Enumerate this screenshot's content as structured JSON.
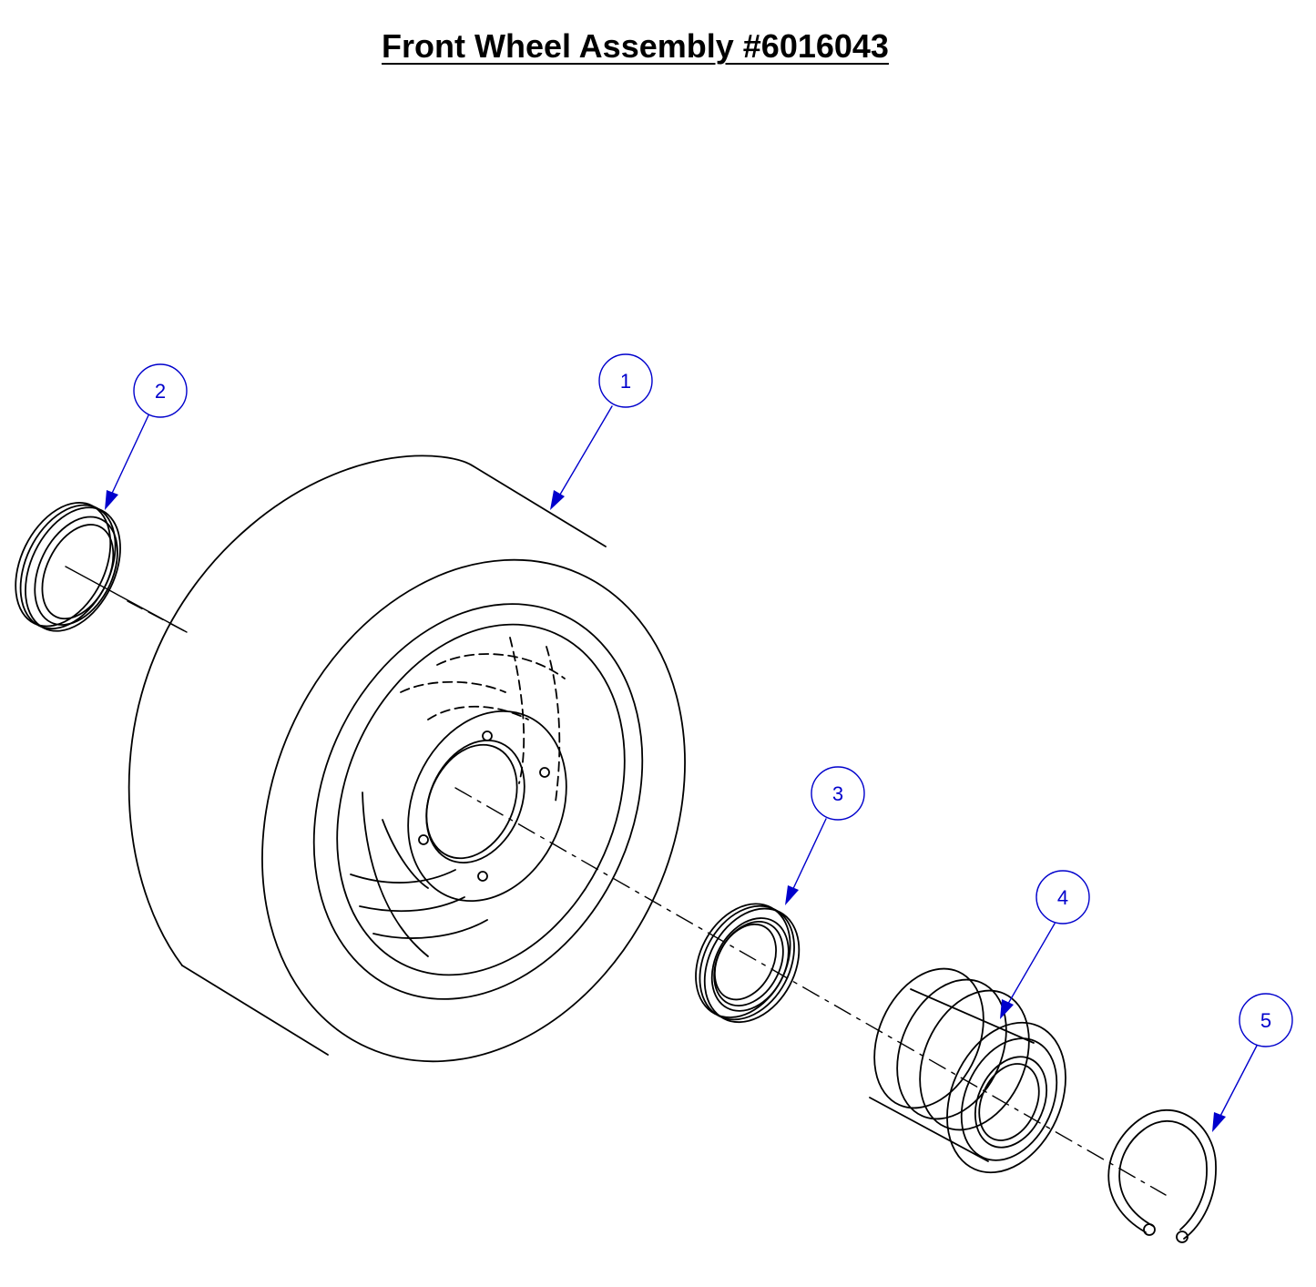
{
  "title": "Front Wheel Assembly #6016043",
  "colors": {
    "line": "#000000",
    "callout": "#0000cc",
    "background": "#ffffff"
  },
  "callouts": [
    {
      "number": "1",
      "part": "wheel"
    },
    {
      "number": "2",
      "part": "seal-ring"
    },
    {
      "number": "3",
      "part": "seal"
    },
    {
      "number": "4",
      "part": "bearing"
    },
    {
      "number": "5",
      "part": "retaining-ring"
    }
  ]
}
